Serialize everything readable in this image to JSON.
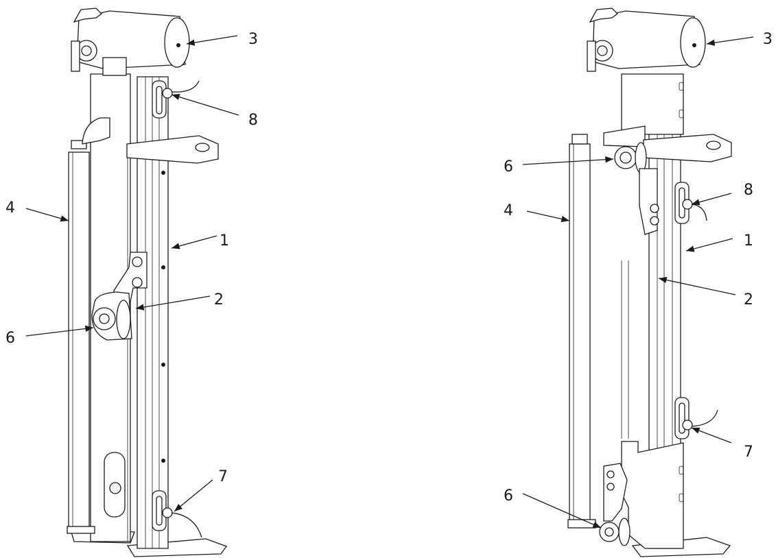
{
  "callouts": {
    "left": {
      "c1": "1",
      "c2": "2",
      "c3": "3",
      "c4": "4",
      "c6": "6",
      "c7": "7",
      "c8": "8"
    },
    "right": {
      "c1": "1",
      "c2": "2",
      "c3": "3",
      "c4": "4",
      "c6_top": "6",
      "c6_bottom": "6",
      "c7": "7",
      "c8": "8"
    }
  },
  "colors": {
    "line": "#1a1a1a",
    "background": "#ffffff"
  }
}
